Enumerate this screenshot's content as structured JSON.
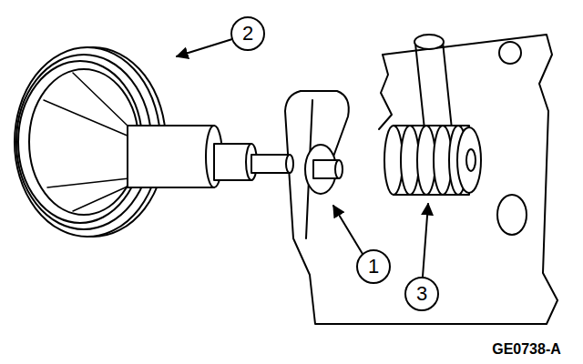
{
  "diagram": {
    "labels": [
      "2",
      "1",
      "3",
      "GE0738-A"
    ]
  }
}
